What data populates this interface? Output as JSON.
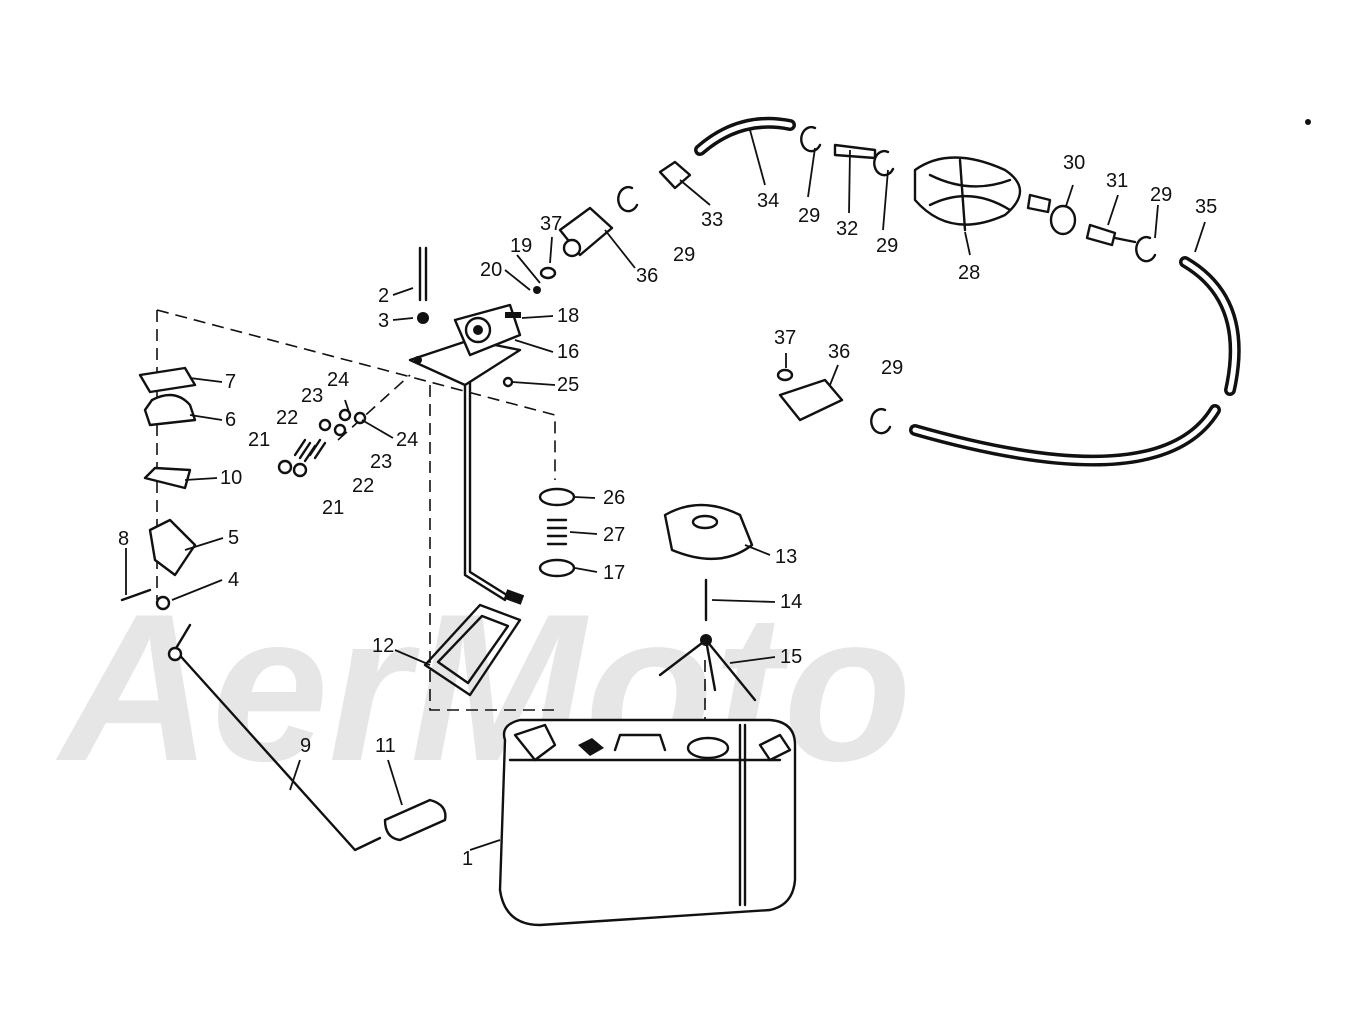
{
  "watermark": "AerMoto",
  "callouts": [
    {
      "id": "c1",
      "label": "1"
    },
    {
      "id": "c2",
      "label": "2"
    },
    {
      "id": "c3",
      "label": "3"
    },
    {
      "id": "c4",
      "label": "4"
    },
    {
      "id": "c5",
      "label": "5"
    },
    {
      "id": "c6",
      "label": "6"
    },
    {
      "id": "c7",
      "label": "7"
    },
    {
      "id": "c8",
      "label": "8"
    },
    {
      "id": "c9",
      "label": "9"
    },
    {
      "id": "c10",
      "label": "10"
    },
    {
      "id": "c11",
      "label": "11"
    },
    {
      "id": "c12",
      "label": "12"
    },
    {
      "id": "c13",
      "label": "13"
    },
    {
      "id": "c14",
      "label": "14"
    },
    {
      "id": "c15",
      "label": "15"
    },
    {
      "id": "c16",
      "label": "16"
    },
    {
      "id": "c17",
      "label": "17"
    },
    {
      "id": "c18",
      "label": "18"
    },
    {
      "id": "c19",
      "label": "19"
    },
    {
      "id": "c20",
      "label": "20"
    },
    {
      "id": "c21a",
      "label": "21"
    },
    {
      "id": "c21b",
      "label": "21"
    },
    {
      "id": "c22a",
      "label": "22"
    },
    {
      "id": "c22b",
      "label": "22"
    },
    {
      "id": "c23a",
      "label": "23"
    },
    {
      "id": "c23b",
      "label": "23"
    },
    {
      "id": "c24a",
      "label": "24"
    },
    {
      "id": "c24b",
      "label": "24"
    },
    {
      "id": "c25",
      "label": "25"
    },
    {
      "id": "c26",
      "label": "26"
    },
    {
      "id": "c27",
      "label": "27"
    },
    {
      "id": "c28",
      "label": "28"
    },
    {
      "id": "c29a",
      "label": "29"
    },
    {
      "id": "c29b",
      "label": "29"
    },
    {
      "id": "c29c",
      "label": "29"
    },
    {
      "id": "c29d",
      "label": "29"
    },
    {
      "id": "c29e",
      "label": "29"
    },
    {
      "id": "c30",
      "label": "30"
    },
    {
      "id": "c31",
      "label": "31"
    },
    {
      "id": "c32",
      "label": "32"
    },
    {
      "id": "c33",
      "label": "33"
    },
    {
      "id": "c34",
      "label": "34"
    },
    {
      "id": "c35",
      "label": "35"
    },
    {
      "id": "c36a",
      "label": "36"
    },
    {
      "id": "c36b",
      "label": "36"
    },
    {
      "id": "c37a",
      "label": "37"
    },
    {
      "id": "c37b",
      "label": "37"
    }
  ]
}
